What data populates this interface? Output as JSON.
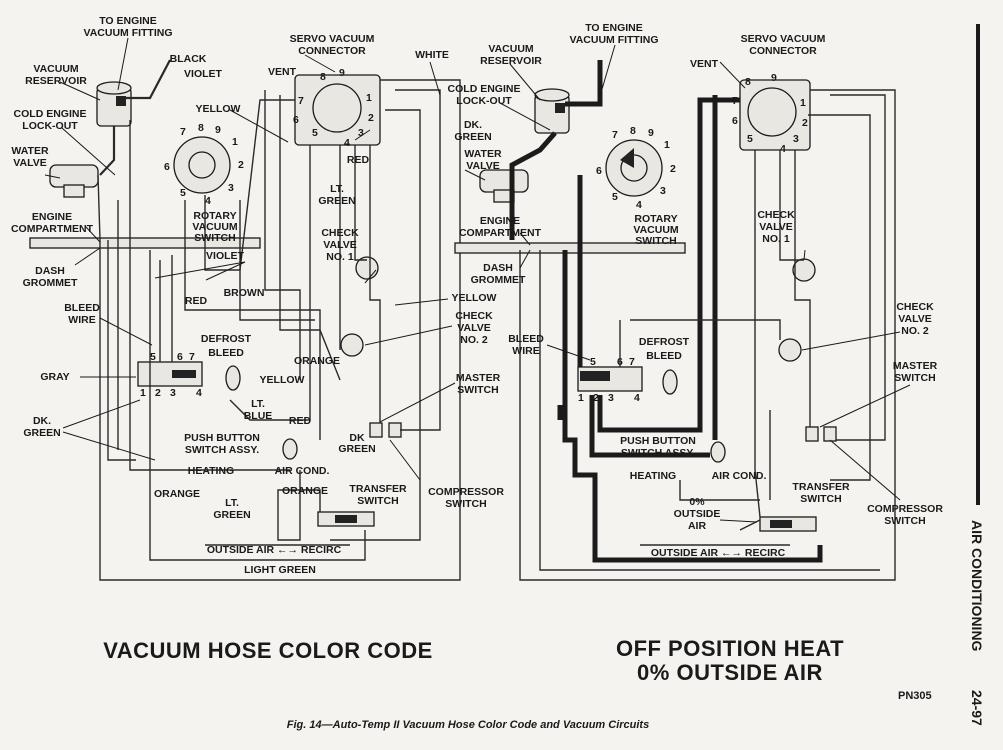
{
  "left": {
    "labels": {
      "to_engine_vacuum_fitting": [
        "TO ENGINE",
        "VACUUM FITTING"
      ],
      "black": "BLACK",
      "violet_top": "VIOLET",
      "vacuum_reservoir": [
        "VACUUM",
        "RESERVOIR"
      ],
      "cold_engine_lockout": [
        "COLD ENGINE",
        "LOCK-OUT"
      ],
      "yellow_top": "YELLOW",
      "water_valve": [
        "WATER",
        "VALVE"
      ],
      "engine_compartment": [
        "ENGINE",
        "COMPARTMENT"
      ],
      "rotary_vacuum_switch": [
        "ROTARY",
        "VACUUM",
        "SWITCH"
      ],
      "dash_grommet": [
        "DASH",
        "GROMMET"
      ],
      "violet_mid": "VIOLET",
      "red_mid": "RED",
      "brown": "BROWN",
      "bleed_wire": [
        "BLEED",
        "WIRE"
      ],
      "defrost_bleed": [
        "DEFROST",
        "BLEED"
      ],
      "gray": "GRAY",
      "dk_green_left": [
        "DK.",
        "GREEN"
      ],
      "orange_mid": "ORANGE",
      "yellow_mid": "YELLOW",
      "lt_blue": [
        "LT.",
        "BLUE"
      ],
      "push_button_switch": [
        "PUSH BUTTON",
        "SWITCH ASSY."
      ],
      "heating": "HEATING",
      "air_cond": "AIR COND.",
      "orange_bottom": "ORANGE",
      "lt_green_bottom": [
        "LT.",
        "GREEN"
      ],
      "orange_transfer": "ORANGE",
      "outside_air_recirc": "OUTSIDE AIR ←→ RECIRC",
      "light_green": "LIGHT GREEN",
      "servo_vacuum_connector": [
        "SERVO VACUUM",
        "CONNECTOR"
      ],
      "white": "WHITE",
      "vent": "VENT",
      "dk_green_right": [
        "DK.",
        "GREEN"
      ],
      "red_right": "RED",
      "lt_green_right": [
        "LT.",
        "GREEN"
      ],
      "check_valve_1": [
        "CHECK",
        "VALVE",
        "NO. 1"
      ],
      "yellow_right": "YELLOW",
      "check_valve_2": [
        "CHECK",
        "VALVE",
        "NO. 2"
      ],
      "master_switch": [
        "MASTER",
        "SWITCH"
      ],
      "red_low": "RED",
      "dk_green_low": [
        "DK",
        "GREEN"
      ],
      "compressor_switch": [
        "COMPRESSOR",
        "SWITCH"
      ],
      "transfer_switch": [
        "TRANSFER",
        "SWITCH"
      ]
    },
    "caption": "VACUUM HOSE COLOR CODE"
  },
  "right": {
    "labels": {
      "to_engine_vacuum_fitting": [
        "TO ENGINE",
        "VACUUM FITTING"
      ],
      "vacuum_reservoir": [
        "VACUUM",
        "RESERVOIR"
      ],
      "cold_engine_lockout": [
        "COLD ENGINE",
        "LOCK-OUT"
      ],
      "water_valve": [
        "WATER",
        "VALVE"
      ],
      "engine_compartment": [
        "ENGINE",
        "COMPARTMENT"
      ],
      "rotary_vacuum_switch": [
        "ROTARY",
        "VACUUM",
        "SWITCH"
      ],
      "dash_grommet": [
        "DASH",
        "GROMMET"
      ],
      "bleed_wire": [
        "BLEED",
        "WIRE"
      ],
      "defrost_bleed": [
        "DEFROST",
        "BLEED"
      ],
      "push_button_switch": [
        "PUSH BUTTON",
        "SWITCH ASSY."
      ],
      "heating": "HEATING",
      "air_cond": "AIR COND.",
      "outside_air_pct": [
        "0%",
        "OUTSIDE",
        "AIR"
      ],
      "outside_air_recirc": "OUTSIDE AIR ←→ RECIRC",
      "servo_vacuum_connector": [
        "SERVO VACUUM",
        "CONNECTOR"
      ],
      "vent": "VENT",
      "check_valve_1": [
        "CHECK",
        "VALVE",
        "NO. 1"
      ],
      "check_valve_2": [
        "CHECK",
        "VALVE",
        "NO. 2"
      ],
      "master_switch": [
        "MASTER",
        "SWITCH"
      ],
      "compressor_switch": [
        "COMPRESSOR",
        "SWITCH"
      ],
      "transfer_switch": [
        "TRANSFER",
        "SWITCH"
      ]
    },
    "caption": [
      "OFF POSITION HEAT",
      "0% OUTSIDE AIR"
    ]
  },
  "switch_numbers": [
    "1",
    "2",
    "3",
    "4",
    "5",
    "6",
    "7",
    "8",
    "9"
  ],
  "part_number": "PN305",
  "figure_caption": "Fig. 14—Auto-Temp II Vacuum Hose Color Code and Vacuum Circuits",
  "side_tab": "AIR CONDITIONING",
  "page_number": "24-97"
}
